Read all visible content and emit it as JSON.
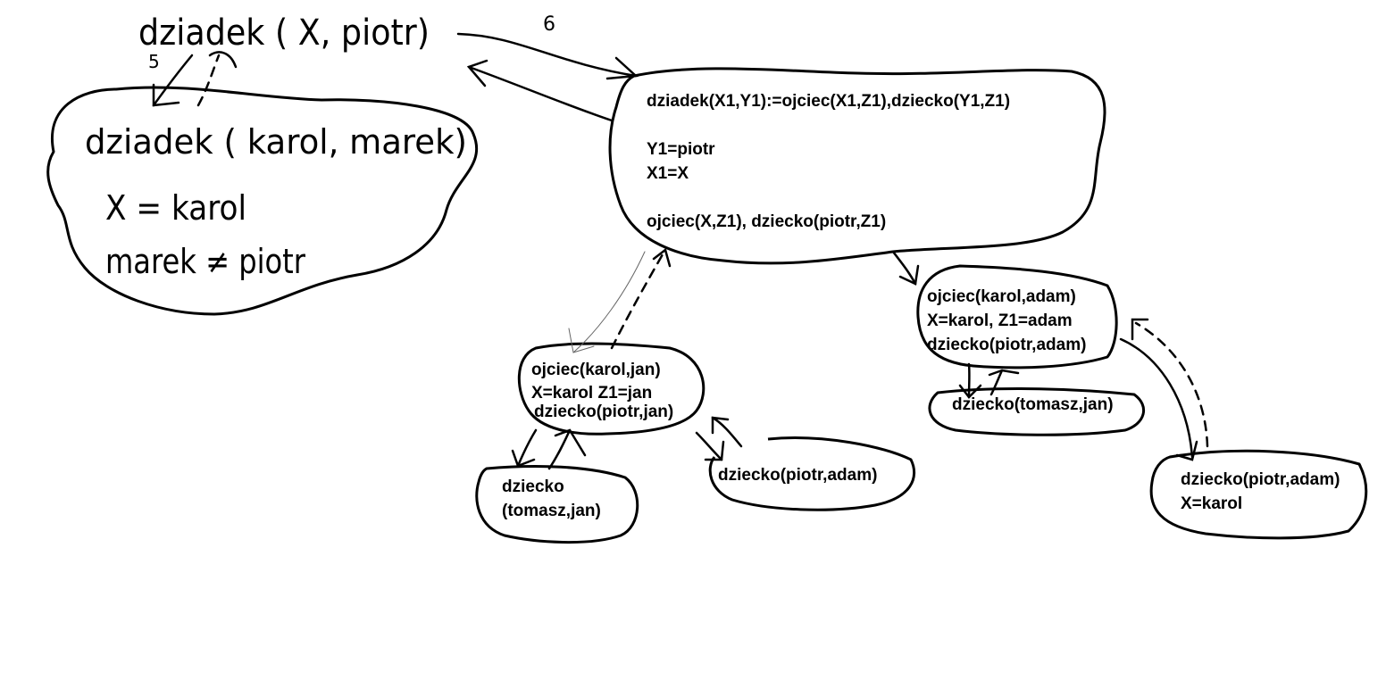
{
  "query": {
    "text": "dziadek ( X, piotr)",
    "step_forward": "6",
    "step_back": "5"
  },
  "left_result": {
    "line1": "dziadek ( karol, marek)",
    "line2": "X = karol",
    "line3": "marek ≠ piotr"
  },
  "rule_node": {
    "line1": "dziadek(X1,Y1):=ojciec(X1,Z1),dziecko(Y1,Z1)",
    "line2": "Y1=piotr",
    "line3": "X1=X",
    "line4": "ojciec(X,Z1), dziecko(piotr,Z1)"
  },
  "jan_branch": {
    "line1": "ojciec(karol,jan)",
    "line2": "X=karol Z1=jan",
    "line3": "dziecko(piotr,jan)"
  },
  "jan_child_a": {
    "line1": "dziecko",
    "line2": "(tomasz,jan)"
  },
  "jan_child_b": {
    "line1": "dziecko(piotr,adam)"
  },
  "adam_branch": {
    "line1": "ojciec(karol,adam)",
    "line2": "X=karol, Z1=adam",
    "line3": "dziecko(piotr,adam)"
  },
  "adam_child_a": {
    "line1": "dziecko(tomasz,jan)"
  },
  "adam_child_b": {
    "line1": "dziecko(piotr,adam)",
    "line2": "X=karol"
  }
}
